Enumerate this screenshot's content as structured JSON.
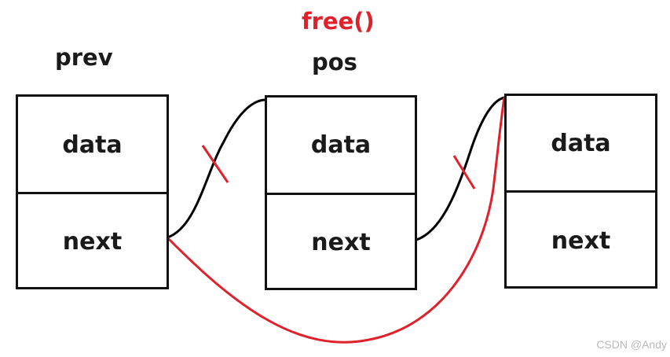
{
  "labels": {
    "free": "free()",
    "prev": "prev",
    "pos": "pos"
  },
  "nodes": [
    {
      "id": "prev",
      "data_label": "data",
      "next_label": "next"
    },
    {
      "id": "pos",
      "data_label": "data",
      "next_label": "next"
    },
    {
      "id": "after",
      "data_label": "data",
      "next_label": "next"
    }
  ],
  "colors": {
    "old_link": "#000000",
    "new_link": "#e0202a",
    "free_label": "#e0202a"
  },
  "watermark": "CSDN @Andy"
}
